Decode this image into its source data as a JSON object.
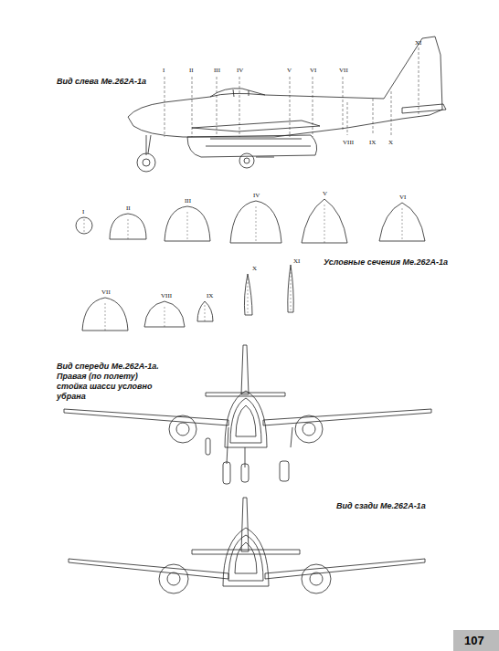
{
  "diagram": {
    "labels": [
      "Вид слева Me.262A-1a",
      "I",
      "II",
      "III",
      "IV",
      "V",
      "VI",
      "VII",
      "VIII",
      "IX",
      "X",
      "XI",
      "I",
      "II",
      "III",
      "IV",
      "V",
      "VI",
      "Условные сечения Me.262A-1a",
      "VII",
      "VIII",
      "IX",
      "X",
      "XI",
      "Вид спереди Me.262A-1a. Правая (по полету) стойка шасси условно убрана",
      "Вид сзади Me.262A-1a",
      "107"
    ]
  }
}
